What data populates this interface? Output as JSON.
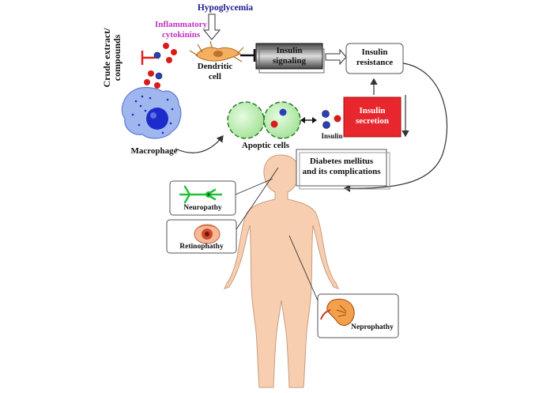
{
  "labels": {
    "hypoglycemia": "Hypoglycemia",
    "crude_line1": "Crude extract/",
    "crude_line2": "compounds",
    "inflammatory_line1": "Inflammatory",
    "inflammatory_line2": "cytokinins",
    "dendritic_line1": "Dendritic",
    "dendritic_line2": "cell",
    "insulin_signaling_line1": "Insulin",
    "insulin_signaling_line2": "signaling",
    "insulin_resistance_line1": "Insulin",
    "insulin_resistance_line2": "resistance",
    "insulin_secretion_line1": "Insulin",
    "insulin_secretion_line2": "secretion",
    "insulin": "Insulin",
    "apoptic_cells": "Apoptic cells",
    "macrophage": "Macrophage",
    "diabetes_line1": "Diabetes mellitus",
    "diabetes_line2": "and its complications",
    "neuropathy": "Neuropathy",
    "retinophathy": "Retinophathy",
    "neprophathy": "Neprophathy"
  },
  "colors": {
    "hypoglycemia": "#1a1a8c",
    "inflammatory": "#c030c0",
    "inhibition": "#e02020",
    "secretion_box": "#e8262e",
    "body_skin": "#f7cfb0",
    "cell_green": "#c8f0c0",
    "macrophage": "#9fb7ee",
    "nucleus": "#1c2ccc"
  },
  "icons": {
    "arrow_down_hollow": "hollow-arrow-down-icon",
    "inhibition_bar": "inhibition-tee-icon",
    "red_particle": "red-dot-icon",
    "blue_particle": "blue-dot-icon"
  }
}
